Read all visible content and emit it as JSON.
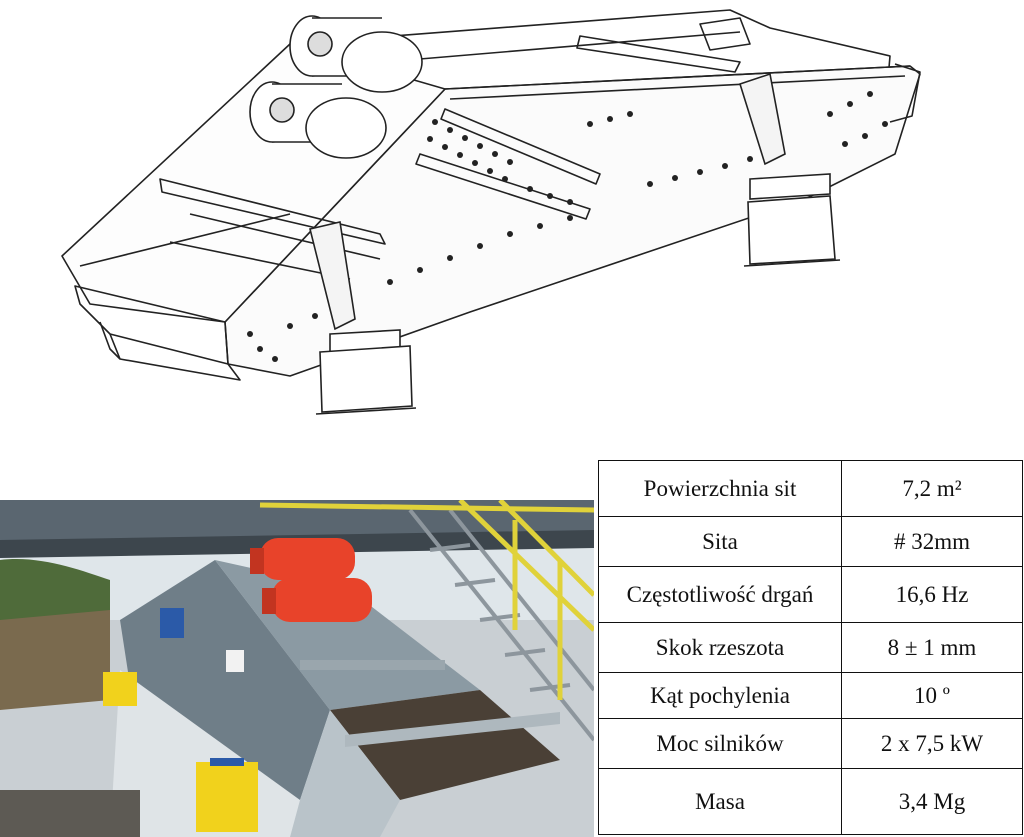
{
  "specs": {
    "rows": [
      {
        "label": "Powierzchnia sit",
        "value": "7,2 m²"
      },
      {
        "label": "Sita",
        "value": "# 32mm"
      },
      {
        "label": "Częstotliwość drgań",
        "value": "16,6 Hz"
      },
      {
        "label": "Skok rzeszota",
        "value": "8 ± 1 mm"
      },
      {
        "label": "Kąt pochylenia",
        "value": "10 º"
      },
      {
        "label": "Moc silników",
        "value": "2 x 7,5 kW"
      },
      {
        "label": "Masa",
        "value": "3,4 Mg"
      }
    ]
  },
  "colors": {
    "motor": "#e8432a",
    "frame": "#6f7e88",
    "railing": "#e0d23a",
    "support": "#f1d21c"
  }
}
